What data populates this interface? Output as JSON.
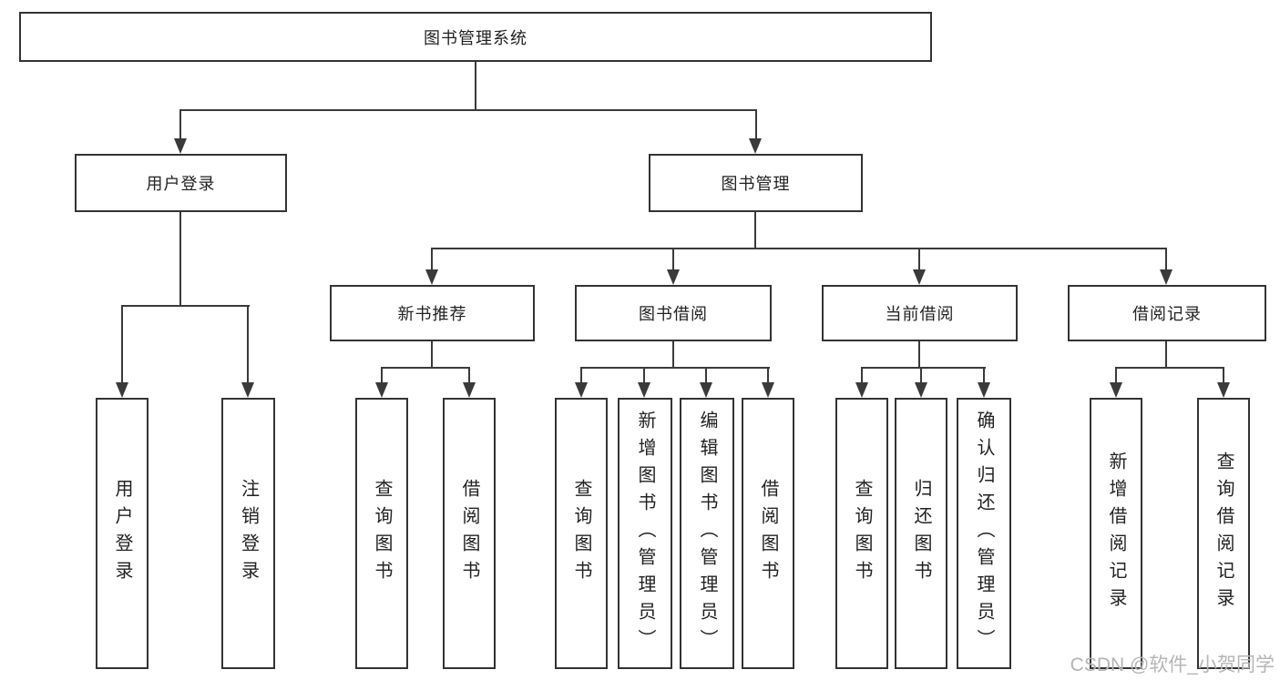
{
  "nodes": {
    "root": "图书管理系统",
    "l2": [
      "用户登录",
      "图书管理"
    ],
    "l3": [
      "新书推荐",
      "图书借阅",
      "当前借阅",
      "借阅记录"
    ],
    "leaves_user": [
      "用户登录",
      "注销登录"
    ],
    "leaves_recommend": [
      "查询图书",
      "借阅图书"
    ],
    "leaves_borrow": [
      "查询图书",
      "新增图书（管理员）",
      "编辑图书（管理员）",
      "借阅图书"
    ],
    "leaves_current": [
      "查询图书",
      "归还图书",
      "确认归还（管理员）"
    ],
    "leaves_record": [
      "新增借阅记录",
      "查询借阅记录"
    ]
  },
  "watermark": "CSDN @软件_小贺同学",
  "colors": {
    "border": "#333333",
    "line": "#3a3a3a",
    "text": "#222222",
    "watermark": "#b5b5b5",
    "background": "#ffffff"
  }
}
